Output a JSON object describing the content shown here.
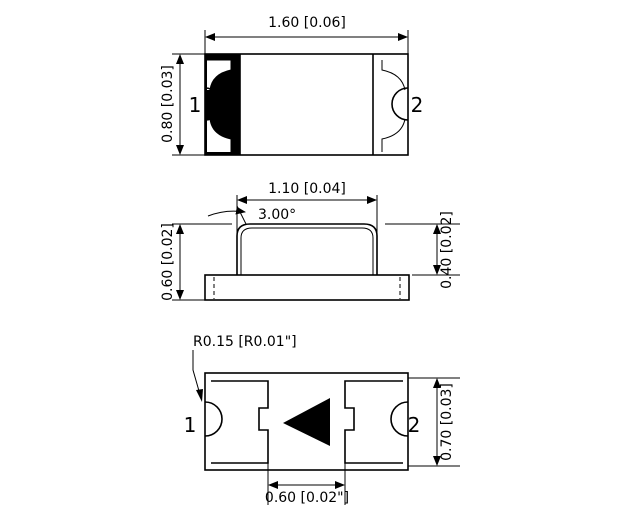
{
  "top_view": {
    "width_label": "1.60 [0.06]",
    "height_label": "0.80 [0.03]",
    "pin1": "1",
    "pin2": "2"
  },
  "side_view": {
    "dome_width_label": "1.10 [0.04]",
    "angle_label": "3.00°",
    "total_height_label": "0.60 [0.02]",
    "dome_height_label": "0.40 [0.02]"
  },
  "bottom_view": {
    "radius_label": "R0.15 [R0.01\"]",
    "pad_gap_label": "0.60 [0.02\"]",
    "pad_height_label": "0.70 [0.03]",
    "pin1": "1",
    "pin2": "2"
  },
  "colors": {
    "stroke": "#000000",
    "background": "#ffffff"
  }
}
